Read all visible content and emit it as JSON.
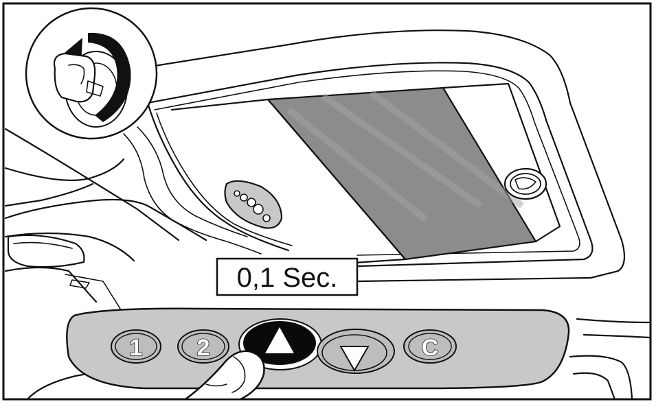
{
  "timing_label": "0,1 Sec.",
  "panel": {
    "buttons": [
      {
        "id": "memory-1",
        "label": "1"
      },
      {
        "id": "memory-2",
        "label": "2"
      },
      {
        "id": "open",
        "label": "",
        "icon": "triangle-up-icon",
        "pressed": true
      },
      {
        "id": "close",
        "label": "",
        "icon": "triangle-down-icon",
        "pressed": false
      },
      {
        "id": "clear",
        "label": "C"
      }
    ]
  },
  "colors": {
    "outline": "#111111",
    "panel_fill": "#c8c8c8",
    "button_fill": "#bdbdbd",
    "pressed_button_fill": "#0a0a0a",
    "sunroof_glass": "#8c8c8c",
    "background": "#ffffff"
  }
}
